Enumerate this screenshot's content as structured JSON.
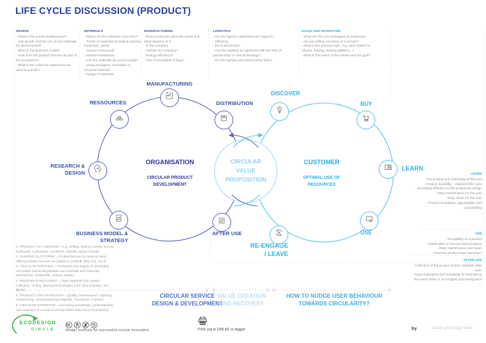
{
  "title": "LIFE CYCLE DISCUSSION (PRODUCT)",
  "palette": {
    "title_blue": "#2a3b94",
    "organisation_blue": "#2e3192",
    "left_circle_blue": "#5b67bb",
    "note_heading_blue": "#3a53a4",
    "customer_sky": "#29abe2",
    "right_circle_sky": "#5cc3ef",
    "center_circle_sky": "#93d2f2",
    "phase1_blue": "#4a72c6",
    "phase2_pale": "#b9def2",
    "phase3_sky": "#41aae2",
    "note_gray": "#8f8f8f",
    "logo_green": "#3ab54a"
  },
  "annotations": {
    "design": {
      "heading": "DESIGN",
      "body": "- What is the actual need/purpose?\n- Can growth and the use of raw materials be disconnected?\n- What is the business model?\n- How does the product function as part of the ecosystem?\n- What is the customer experience we want to provide?"
    },
    "materials": {
      "heading": "MATERIALS",
      "body": "- Where do the materials come from?\n- 'Purity' of materials (including packing materials): 'purity'\n  - various compounds\n  - harmful substances\n- Can the materials be reused easily?\n- Using ecological, recyclable or recycled materials\n- Range of materials"
    },
    "manufacturing": {
      "heading": "MANUFACTURING",
      "body": "- Does production generate waste and what happens to it\n  - in the company\n  - outside the company?\n- Energy-efficiency?\n- Use of renewable energy?"
    },
    "logistics": {
      "heading": "LOGISTICS",
      "body": "- Are the logistics optimised with regard to\n  - efficiency\n  - the environment?\n- Can the logistics be optimised with the help of partnerships or new technology?\n- Do the logistics use emissionfree fuels?"
    },
    "sales_and_marketing": {
      "heading": "SALES AND MARKETING",
      "body": "- What are the core messages of marketing?\n- Are you selling a product or a service?\n- What is the revenue logic, e.g. sales based on volume, leasing, sharing platform...?\n- What is the extent of the market and the goal?"
    },
    "learn": {
      "heading": "LEARN",
      "body": "The product and extending its lifecycle\n- Product durability – expected life cycle\n- Increasing affection for the product by design\n- Easy maintenance for the user\n- Easy repair for the user\n- Product modularity, upgradability and compatibility"
    },
    "use": {
      "heading": "USE",
      "body": "- Reusability of a product\n- Retail sales of second hand products\n- Easy maintenance and repair\n- Does the product have warranty?"
    },
    "after_use": {
      "heading": "AFTER USE",
      "body": "- Collection of the product and/or materials after use?\n- Easy separation and reusability of materials at the same value or on a higher processing level"
    }
  },
  "business_models": {
    "items": [
      "1. PRODUCT AS A SERVICE = e.g. renting, leasing, holistic service (Valtavalo, Luotovaate, Lindström, Martela, MaaS Global)",
      "2. SHARING PLATFORMS = Product/service for several users, offering private services via platforms (AirBnB, Blox Car, tori.fi)",
      "3. CIRCULAR SUPPLIES = Production and supply of renewable, recyclable and biodegradable raw materials and materials (MetsäFibre, Kotkamills, Gasum, Neste)",
      "4. RESOURCE RECOVERY = 'Raw materials from waste': collection, sorting, filtering technologies (L&T, Zen Robotics, St1, Neste)",
      "5. PRODUCT LIFE EXTENSION = Quality, maintenance, repairing, refashioning, remanufacturing (Martela, Touchpoint, Ponsse)",
      "6. CIRCULAR EXPERTISE = Increasing knowledge, understanding and expertise of circular economy (Ellen MacArthur Foundation)"
    ]
  },
  "diagram": {
    "left_circle": {
      "title": "ORGANISATION",
      "subtitle": "CIRCULAR PRODUCT\nDEVELOPMENT"
    },
    "center_circle": {
      "label": "CIRCULAR\nVALUE\nPROPOSITION"
    },
    "right_circle": {
      "title": "CUSTOMER",
      "subtitle": "OPTIMAL USE OF\nRESOURCES"
    },
    "nodes": [
      {
        "id": "manufacturing",
        "label": "MANUFACTURING",
        "icon": "factory-icon"
      },
      {
        "id": "ressources",
        "label": "RESSOURCES",
        "icon": "materials-icon"
      },
      {
        "id": "distribution",
        "label": "DISTRIBUTION",
        "icon": "package-icon"
      },
      {
        "id": "research-design",
        "label": "RESEARCH &\nDESIGN",
        "icon": "head-idea-icon"
      },
      {
        "id": "business-model",
        "label": "BUSINESS MODEL &\nSTRATEGY",
        "icon": "document-cycle-icon"
      },
      {
        "id": "after-use",
        "label": "AFTER USE",
        "icon": "return-box-icon"
      },
      {
        "id": "discover",
        "label": "DISCOVER",
        "icon": "lightbulb-icon"
      },
      {
        "id": "buy",
        "label": "BUY",
        "icon": "cart-icon"
      },
      {
        "id": "learn",
        "label": "LEARN",
        "icon": "book-search-icon"
      },
      {
        "id": "use",
        "label": "USE",
        "icon": "device-touch-icon"
      },
      {
        "id": "re-engage",
        "label": "RE-ENGAGE\n/ LEAVE",
        "icon": "person-loop-icon"
      }
    ]
  },
  "phases": [
    {
      "label": "CIRCULAR SERVICE\nDESIGN & DEVELOPMENT",
      "color": "#4a72c6"
    },
    {
      "label": "VALUE CREATION\nAND RECOVERY",
      "color": "#b9def2"
    },
    {
      "label": "HOW TO NUDGE USER BEHAVIOUR\nTOWARDS CIRCULARITY?",
      "color": "#41aae2"
    }
  ],
  "footer": {
    "logo_line1": "ECODESIGN",
    "logo_line2": "CIRCLE",
    "license_icons": [
      "cc",
      "by",
      "nc",
      "sa"
    ],
    "caption": "design methods for successful circular innovation",
    "print_note": "Print out in DIN A0 or bigger",
    "by_label": "by",
    "logo_placeholder": "place your logo here"
  }
}
